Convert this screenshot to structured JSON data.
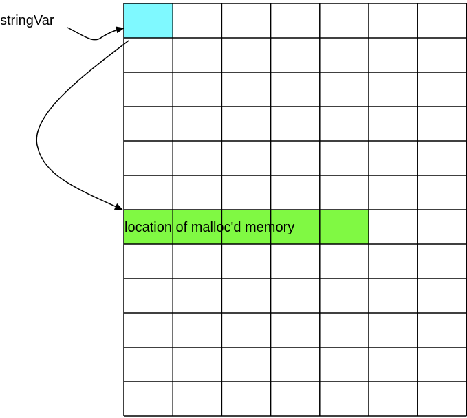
{
  "variable_label": "stringVar",
  "block_label": "location of malloc'd memory",
  "grid": {
    "rows": 12,
    "cols": 7
  },
  "colors": {
    "pointer_cell": "#7ff9ff",
    "allocated_block": "#80f943",
    "grid_line": "#000000",
    "background": "#ffffff"
  },
  "pointer_cell": {
    "row": 0,
    "col": 0
  },
  "allocated_block": {
    "row": 6,
    "col_start": 0,
    "col_count": 5
  }
}
